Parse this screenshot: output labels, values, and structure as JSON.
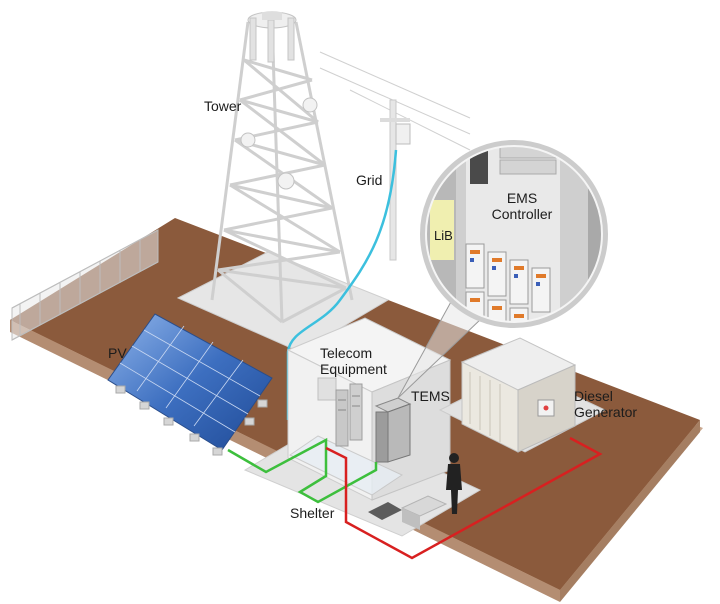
{
  "labels": {
    "tower": "Tower",
    "grid": "Grid",
    "ems_line1": "EMS",
    "ems_line2": "Controller",
    "lib": "LiB",
    "pv": "PV",
    "telecom_line1": "Telecom",
    "telecom_line2": "Equipment",
    "tems": "TEMS",
    "diesel_line1": "Diesel",
    "diesel_line2": "Generator",
    "shelter": "Shelter"
  },
  "colors": {
    "ground": "#8b5a3c",
    "ground_side": "#c9a88f",
    "concrete": "#e6e6e6",
    "tower_steel": "#f0f0f0",
    "solar_panel": "#3d6fc0",
    "grid_cable": "#3cc0de",
    "pv_cable": "#3dbf3d",
    "generator_cable": "#d82020",
    "lib_accent": "#e07a2a"
  }
}
